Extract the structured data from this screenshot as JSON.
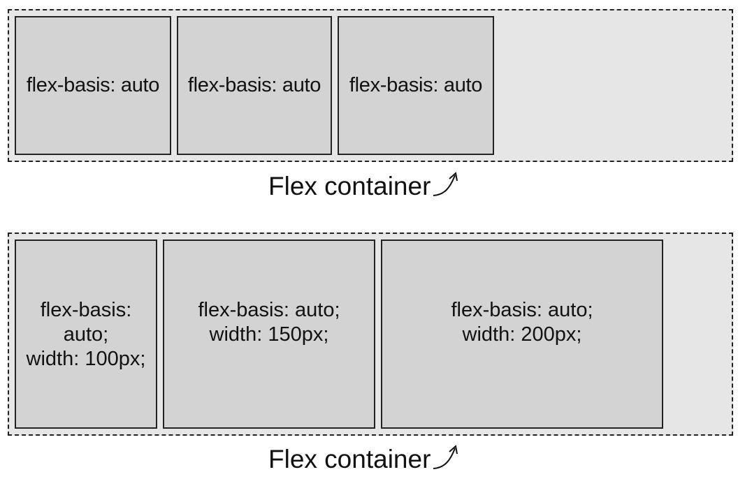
{
  "diagrams": [
    {
      "caption": "Flex container",
      "items": [
        {
          "label": "flex-basis: auto"
        },
        {
          "label": "flex-basis: auto"
        },
        {
          "label": "flex-basis: auto"
        }
      ]
    },
    {
      "caption": "Flex container",
      "items": [
        {
          "label": "flex-basis:\nauto;\nwidth: 100px;"
        },
        {
          "label": "flex-basis: auto;\nwidth: 150px;"
        },
        {
          "label": "flex-basis: auto;\nwidth: 200px;"
        }
      ]
    }
  ],
  "icons": {
    "caption_arrow": "curved-arrow-up-right-icon"
  },
  "colors": {
    "container_bg": "#e6e6e6",
    "item_bg": "#d3d3d3",
    "border": "#222222"
  }
}
